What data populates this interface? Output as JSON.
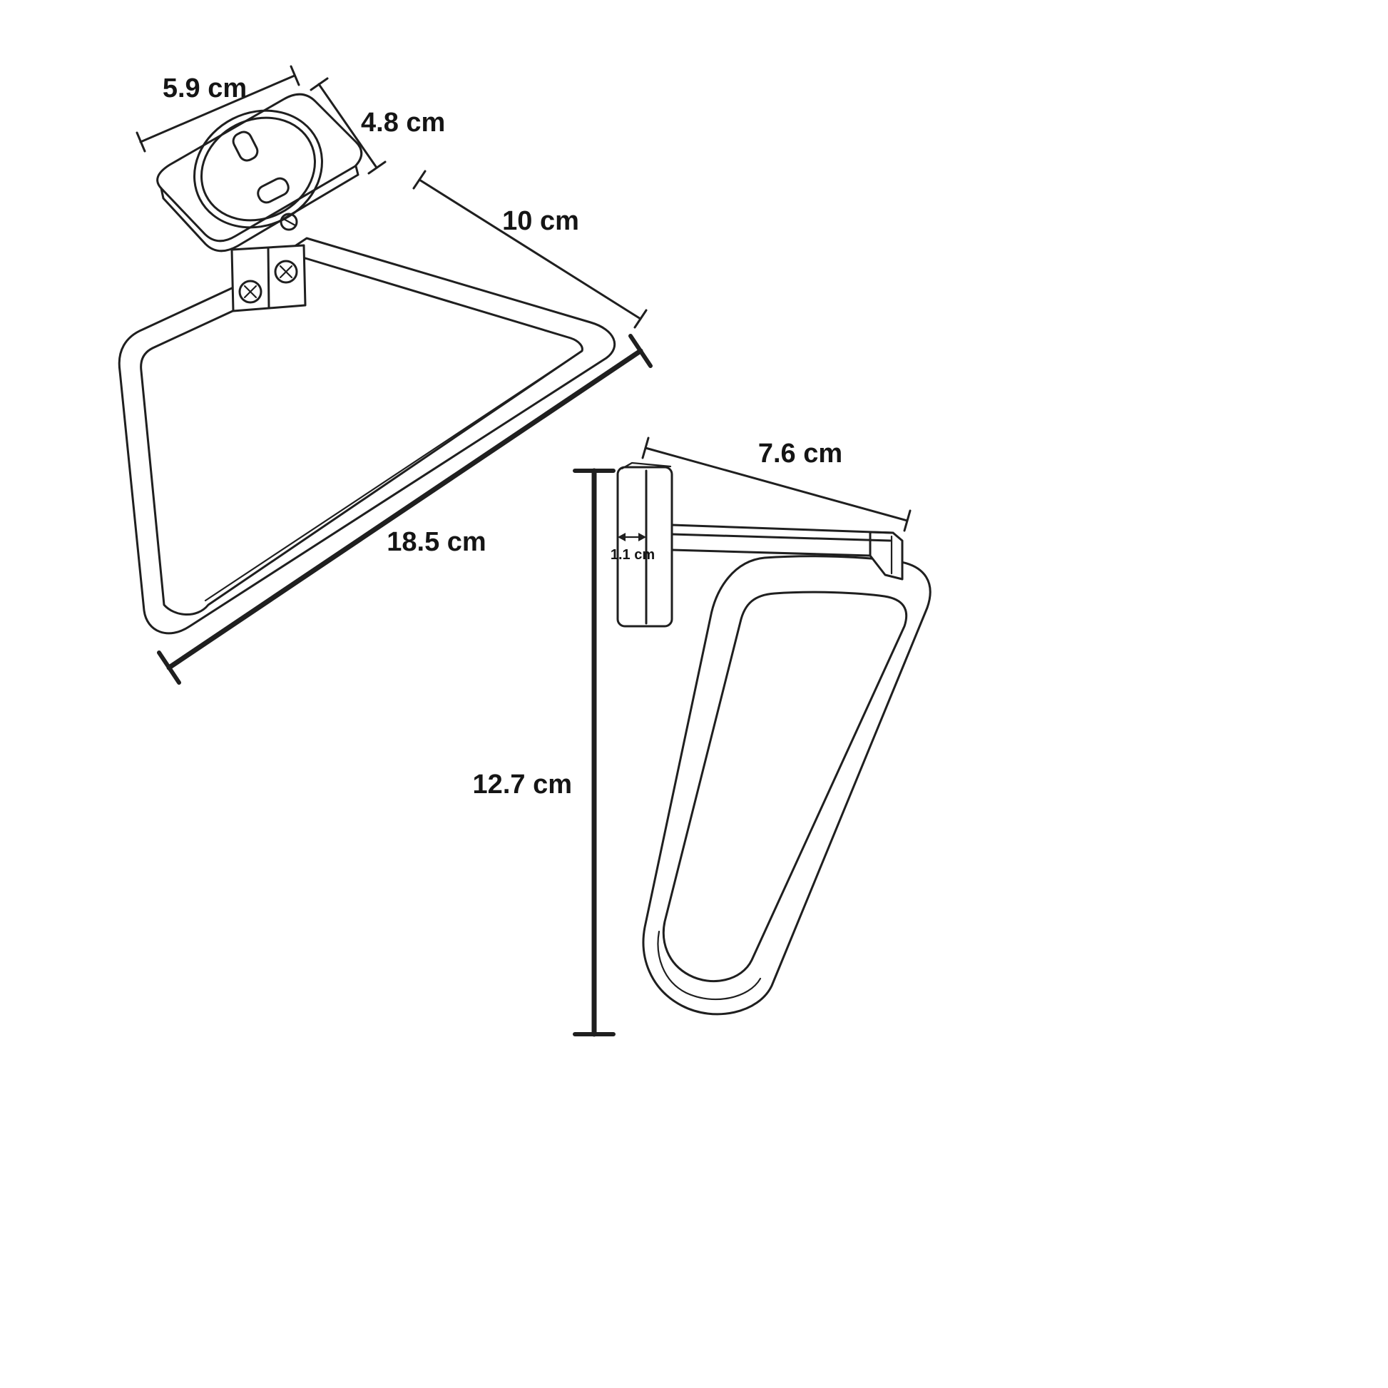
{
  "colors": {
    "ink": "#1f1f1f",
    "background": "#ffffff"
  },
  "perspective_view": {
    "labels": {
      "plate_width": "5.9 cm",
      "plate_depth": "4.8 cm",
      "ring_depth": "10 cm",
      "ring_width": "18.5 cm"
    }
  },
  "side_view": {
    "labels": {
      "arm_length": "7.6 cm",
      "plate_thickness": "1.1 cm",
      "overall_height": "12.7 cm"
    }
  }
}
